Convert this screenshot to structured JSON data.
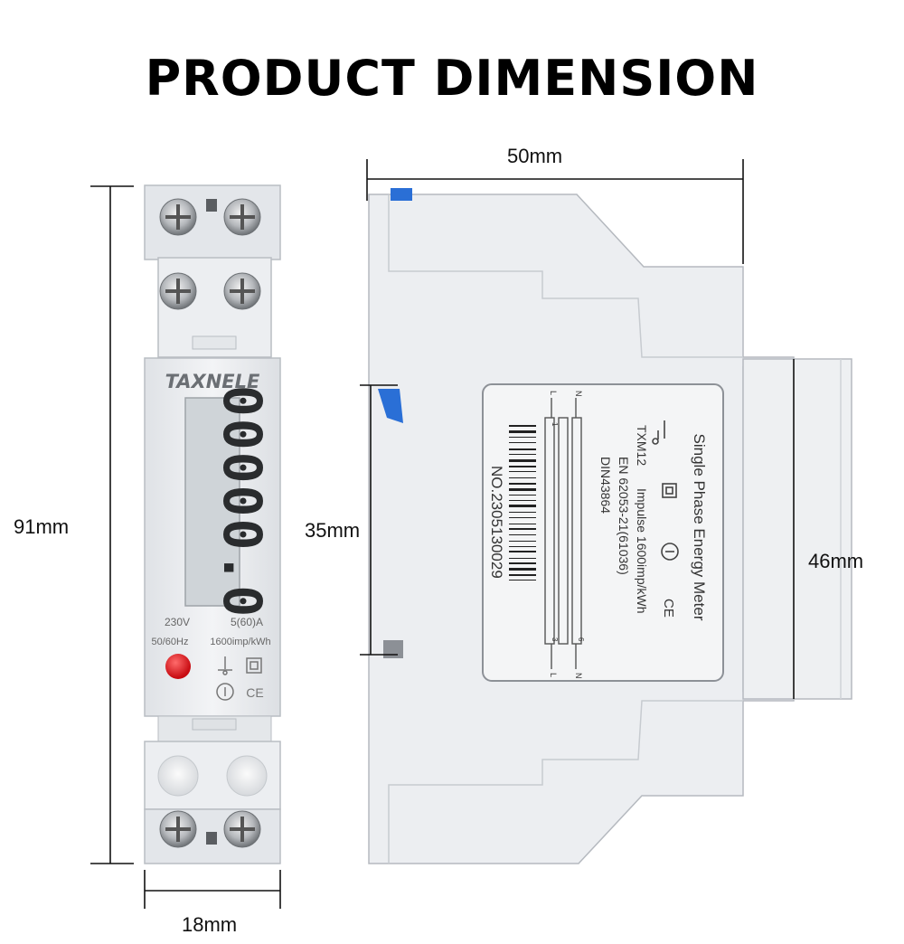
{
  "title": "PRODUCT DIMENSION",
  "dimensions": {
    "height": "91mm",
    "width_front": "18mm",
    "width_side": "50mm",
    "rail": "35mm",
    "front_depth": "46mm"
  },
  "front": {
    "brand": "TAXNELE",
    "lcd_reading": "00000.0",
    "spec_voltage": "230V",
    "spec_current": "5(60)A",
    "spec_freq": "50/60Hz",
    "spec_imp": "1600imp/kWh",
    "ce_mark": "CE"
  },
  "label": {
    "title": "Single Phase Energy Meter",
    "model": "TXM12",
    "impulse": "Impulse  1600imp/kWh",
    "standard": "EN 62053-21(61036)",
    "din": "DIN43864",
    "serial": "NO.2305130029",
    "ce": "CE",
    "class": "1",
    "terminals": [
      "L",
      "N",
      "3",
      "6"
    ]
  },
  "colors": {
    "body": "#eceef1",
    "edge": "#b9bdc3",
    "lcd": "#cfd4d8",
    "led": "#e0141b",
    "clip": "#2a6fd6"
  }
}
